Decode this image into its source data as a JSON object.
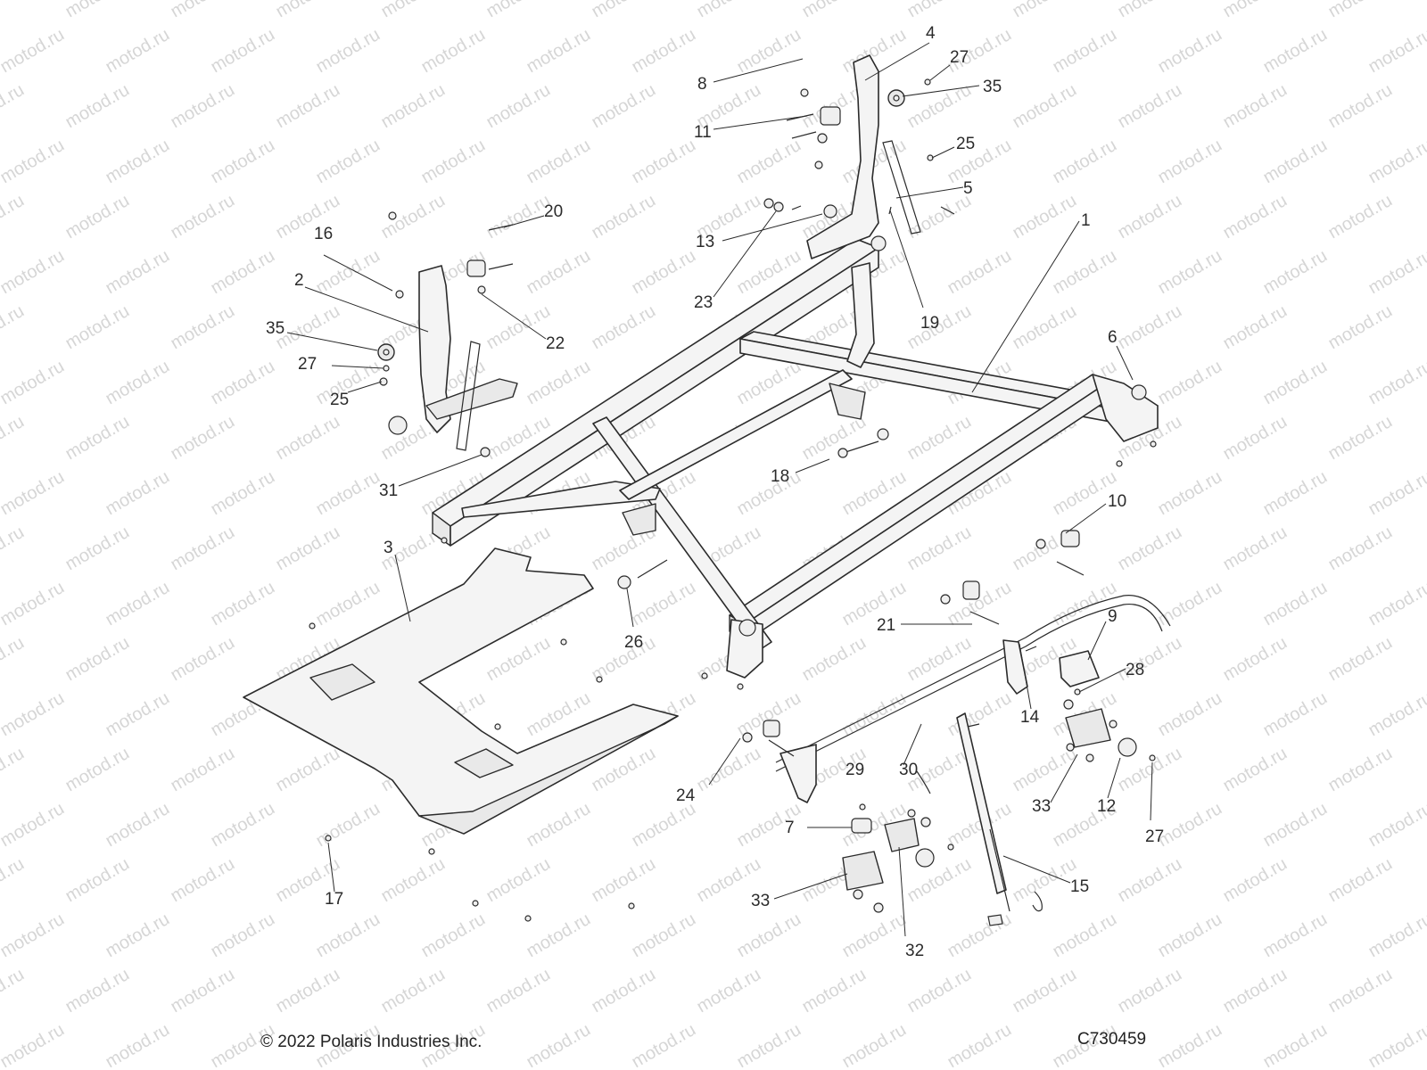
{
  "watermark": "motod.ru",
  "copyright": "© 2022 Polaris Industries Inc.",
  "diagram_id": "C730459",
  "callouts": [
    {
      "id": "1",
      "label": "1"
    },
    {
      "id": "2",
      "label": "2"
    },
    {
      "id": "3",
      "label": "3"
    },
    {
      "id": "4",
      "label": "4"
    },
    {
      "id": "5",
      "label": "5"
    },
    {
      "id": "6",
      "label": "6"
    },
    {
      "id": "7",
      "label": "7"
    },
    {
      "id": "8",
      "label": "8"
    },
    {
      "id": "9",
      "label": "9"
    },
    {
      "id": "10",
      "label": "10"
    },
    {
      "id": "11",
      "label": "11"
    },
    {
      "id": "12",
      "label": "12"
    },
    {
      "id": "13",
      "label": "13"
    },
    {
      "id": "14",
      "label": "14"
    },
    {
      "id": "15",
      "label": "15"
    },
    {
      "id": "16",
      "label": "16"
    },
    {
      "id": "17",
      "label": "17"
    },
    {
      "id": "18",
      "label": "18"
    },
    {
      "id": "19",
      "label": "19"
    },
    {
      "id": "20",
      "label": "20"
    },
    {
      "id": "21",
      "label": "21"
    },
    {
      "id": "22",
      "label": "22"
    },
    {
      "id": "23",
      "label": "23"
    },
    {
      "id": "24",
      "label": "24"
    },
    {
      "id": "25a",
      "label": "25"
    },
    {
      "id": "25b",
      "label": "25"
    },
    {
      "id": "26",
      "label": "26"
    },
    {
      "id": "27a",
      "label": "27"
    },
    {
      "id": "27b",
      "label": "27"
    },
    {
      "id": "27c",
      "label": "27"
    },
    {
      "id": "28",
      "label": "28"
    },
    {
      "id": "29",
      "label": "29"
    },
    {
      "id": "30",
      "label": "30"
    },
    {
      "id": "31",
      "label": "31"
    },
    {
      "id": "32",
      "label": "32"
    },
    {
      "id": "33a",
      "label": "33"
    },
    {
      "id": "33b",
      "label": "33"
    },
    {
      "id": "35a",
      "label": "35"
    },
    {
      "id": "35b",
      "label": "35"
    }
  ]
}
